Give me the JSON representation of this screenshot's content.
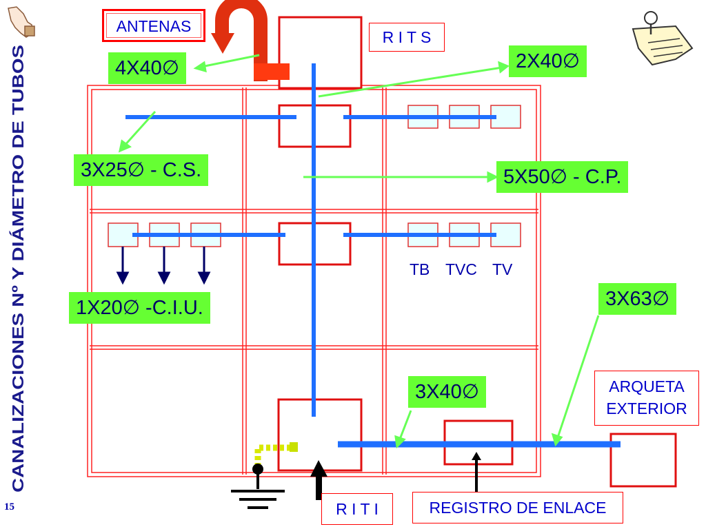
{
  "slide": {
    "side_title": "CANALIZACIONES Nº Y DIÁMETRO DE TUBOS",
    "page_number": "15"
  },
  "labels": {
    "antenas": "ANTENAS",
    "rits": "R I T S",
    "riti": "R I T I",
    "registro": "REGISTRO DE ENLACE",
    "arqueta_line1": "ARQUETA",
    "arqueta_line2": "EXTERIOR",
    "tb": "TB",
    "tvc": "TVC",
    "tv": "TV"
  },
  "tubes": {
    "t4x40": "4X40∅",
    "t2x40": "2X40∅",
    "t3x25": "3X25∅ - C.S.",
    "t5x50": "5X50∅ - C.P.",
    "t1x20": "1X20∅ -C.I.U.",
    "t3x63": "3X63∅",
    "t3x40": "3X40∅"
  },
  "colors": {
    "tube_blue": "#1f6fff",
    "frame_red": "#ff2020",
    "label_green": "#66ff33",
    "arrow_green": "#66ff55",
    "text_blue": "#0000cc",
    "title_navy": "#1a1a8c"
  },
  "icons": [
    "hand-icon",
    "note-pin-icon",
    "ground-icon",
    "bent-arrow-icon"
  ]
}
